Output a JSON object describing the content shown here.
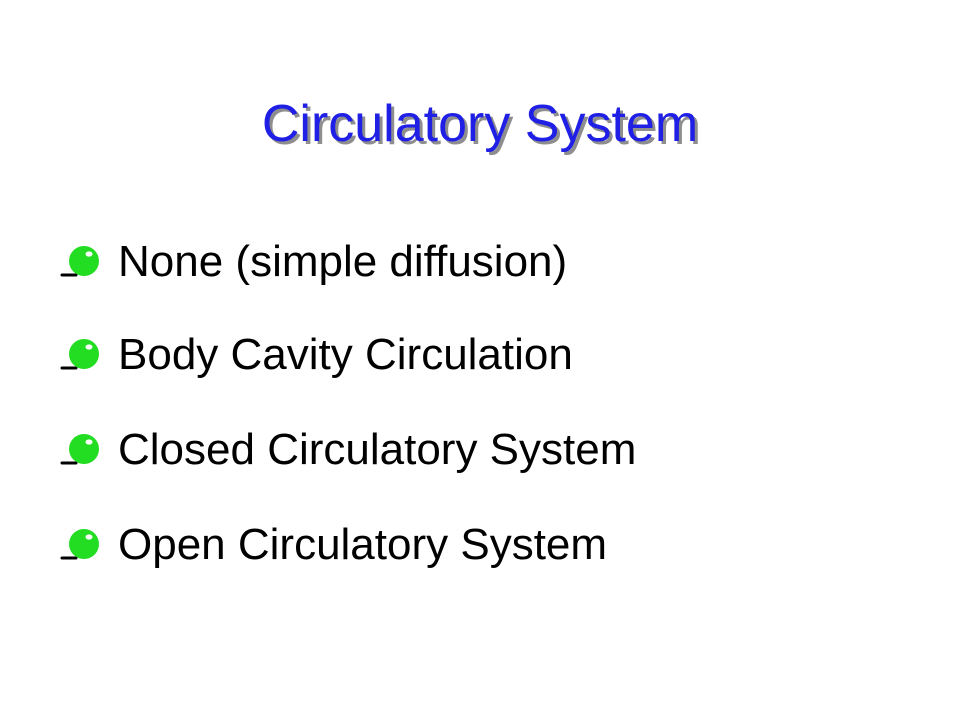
{
  "slide": {
    "title": "Circulatory System",
    "title_color": "#1f1fe6",
    "bullet_color": "#22dd22",
    "bullets": [
      {
        "label": "None (simple diffusion)"
      },
      {
        "label": "Body Cavity Circulation"
      },
      {
        "label": "Closed Circulatory System"
      },
      {
        "label": "Open Circulatory System"
      }
    ]
  }
}
